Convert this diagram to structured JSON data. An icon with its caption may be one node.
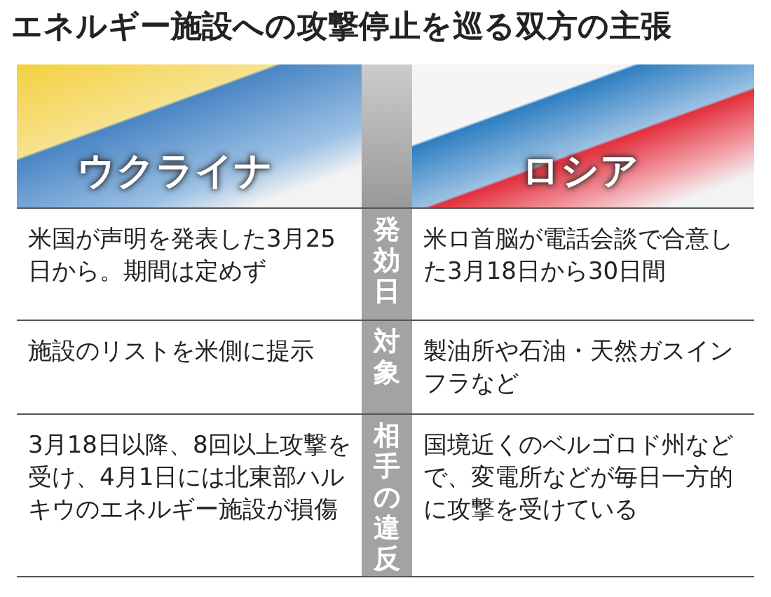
{
  "diagram": {
    "title": "エネルギー施設への攻撃停止を巡る双方の主張",
    "labels": [
      "ウクライナ",
      "ロシア",
      "米国が声明を発表した3月25日から。期間は定めず",
      "発効日",
      "米ロ首脳が電話会談で合意した3月18日から30日間",
      "施設のリストを米側に提示",
      "対象",
      "製油所や石油・天然ガスインフラなど",
      "3月18日以降、8回以上攻撃を受け、4月1日には北東部ハルキウのエネルギー施設が損傷",
      "相手の違反",
      "国境近くのベルゴロド州などで、変電所などが毎日一方的に攻撃を受けている"
    ]
  }
}
